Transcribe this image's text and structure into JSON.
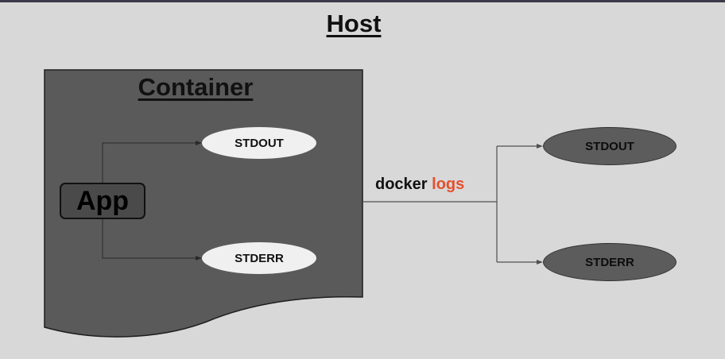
{
  "host": {
    "title": "Host"
  },
  "container": {
    "title": "Container"
  },
  "app": {
    "label": "App"
  },
  "container_streams": {
    "stdout": "STDOUT",
    "stderr": "STDERR"
  },
  "command": {
    "prefix": "docker",
    "keyword": "logs"
  },
  "host_streams": {
    "stdout": "STDOUT",
    "stderr": "STDERR"
  },
  "colors": {
    "background": "#d8d8d8",
    "container_fill": "#5a5a5a",
    "accent": "#e4502d",
    "connector": "#505050"
  }
}
